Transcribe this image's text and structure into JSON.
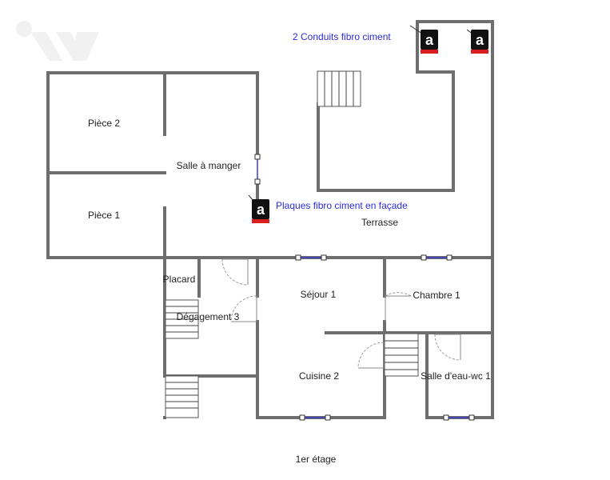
{
  "logo": {
    "name": "watermark-logo"
  },
  "rooms": {
    "piece2": "Pièce 2",
    "piece1": "Pièce 1",
    "salle_a_manger": "Salle à manger",
    "terrasse": "Terrasse",
    "placard": "Placard",
    "degagement": "Dégagement 3",
    "sejour": "Séjour 1",
    "chambre": "Chambre 1",
    "cuisine": "Cuisine 2",
    "salle_eau": "Salle d'eau-wc 1"
  },
  "annotations": {
    "conduits": "2 Conduits fibro ciment",
    "plaques": "Plaques fibro ciment en façade",
    "marker_letter": "a"
  },
  "floor_label": "1er étage",
  "colors": {
    "wall": "#6e6e6e",
    "note_text": "#2b2bd6",
    "marker_red": "#d81e1e",
    "window_line": "#3a3ad0"
  }
}
